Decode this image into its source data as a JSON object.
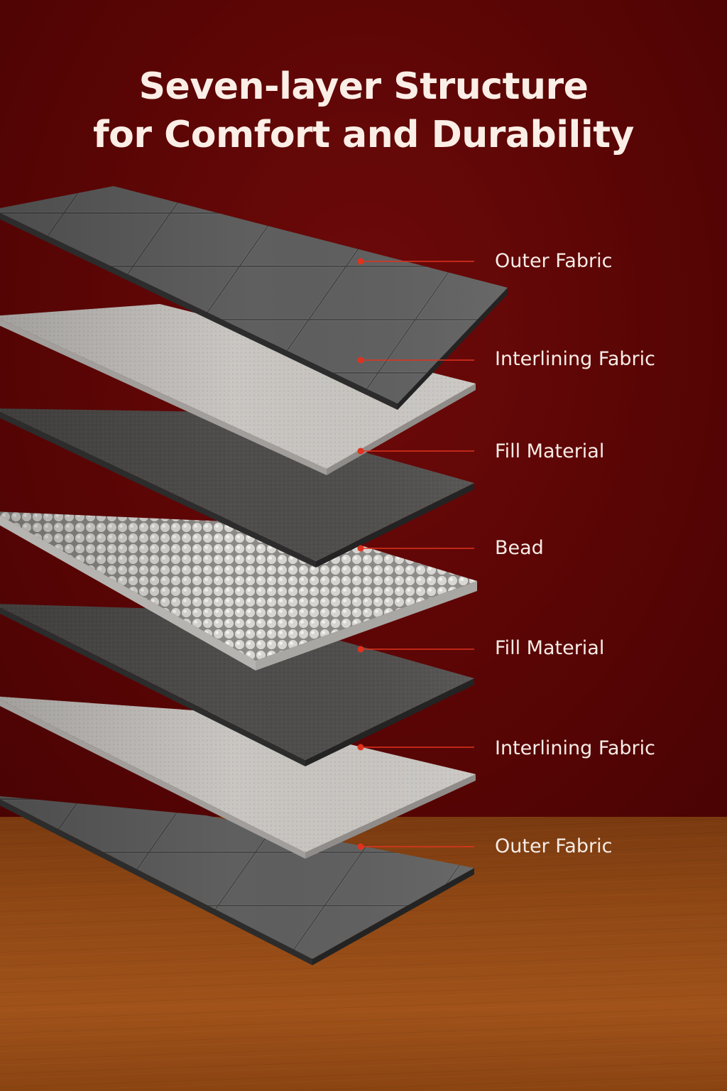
{
  "title": {
    "line1": "Seven-layer Structure",
    "line2": "for Comfort and Durability"
  },
  "layers": [
    {
      "label": "Outer Fabric"
    },
    {
      "label": "Interlining Fabric"
    },
    {
      "label": "Fill Material"
    },
    {
      "label": "Bead"
    },
    {
      "label": "Fill Material"
    },
    {
      "label": "Interlining Fabric"
    },
    {
      "label": "Outer Fabric"
    }
  ],
  "colors": {
    "background": "#5c0606",
    "floor": "#9a4e18",
    "leader_line": "#e0331f",
    "outer_fabric": "#5f5f5f",
    "interlining_fabric": "#c9c6c2",
    "fill_material": "#4f4d4b",
    "bead": "#dcdad6",
    "label_text": "#f7ece6"
  }
}
